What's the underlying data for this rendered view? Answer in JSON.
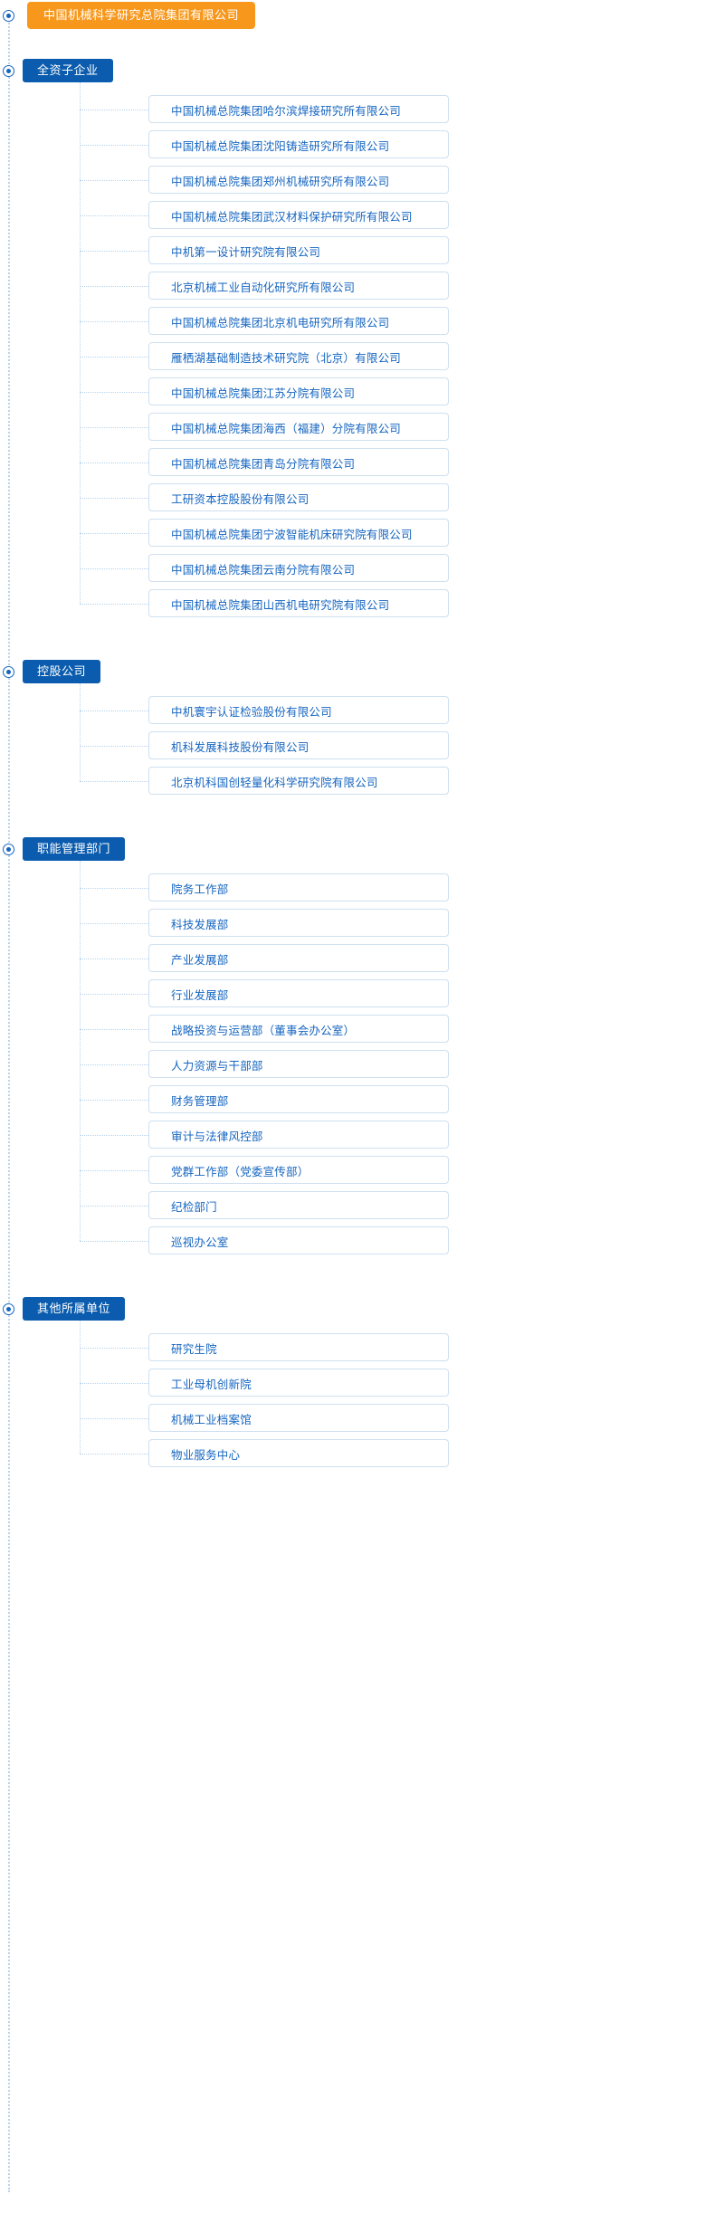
{
  "root": {
    "label": "中国机械科学研究总院集团有限公司",
    "color": "#f7981d"
  },
  "theme": {
    "category_color": "#0b5cae",
    "leaf_text_color": "#1565c0",
    "leaf_border_color": "#cfe0f0",
    "connector_color": "#b8d4ec"
  },
  "sections": [
    {
      "label": "全资子企业",
      "items": [
        "中国机械总院集团哈尔滨焊接研究所有限公司",
        "中国机械总院集团沈阳铸造研究所有限公司",
        "中国机械总院集团郑州机械研究所有限公司",
        "中国机械总院集团武汉材料保护研究所有限公司",
        "中机第一设计研究院有限公司",
        "北京机械工业自动化研究所有限公司",
        "中国机械总院集团北京机电研究所有限公司",
        "雁栖湖基础制造技术研究院（北京）有限公司",
        "中国机械总院集团江苏分院有限公司",
        "中国机械总院集团海西（福建）分院有限公司",
        "中国机械总院集团青岛分院有限公司",
        "工研资本控股股份有限公司",
        "中国机械总院集团宁波智能机床研究院有限公司",
        "中国机械总院集团云南分院有限公司",
        "中国机械总院集团山西机电研究院有限公司"
      ]
    },
    {
      "label": "控股公司",
      "items": [
        "中机寰宇认证检验股份有限公司",
        "机科发展科技股份有限公司",
        "北京机科国创轻量化科学研究院有限公司"
      ]
    },
    {
      "label": "职能管理部门",
      "items": [
        "院务工作部",
        "科技发展部",
        "产业发展部",
        "行业发展部",
        "战略投资与运营部（董事会办公室）",
        "人力资源与干部部",
        "财务管理部",
        "审计与法律风控部",
        "党群工作部（党委宣传部）",
        "纪检部门",
        "巡视办公室"
      ]
    },
    {
      "label": "其他所属单位",
      "items": [
        "研究生院",
        "工业母机创新院",
        "机械工业档案馆",
        "物业服务中心"
      ]
    }
  ]
}
